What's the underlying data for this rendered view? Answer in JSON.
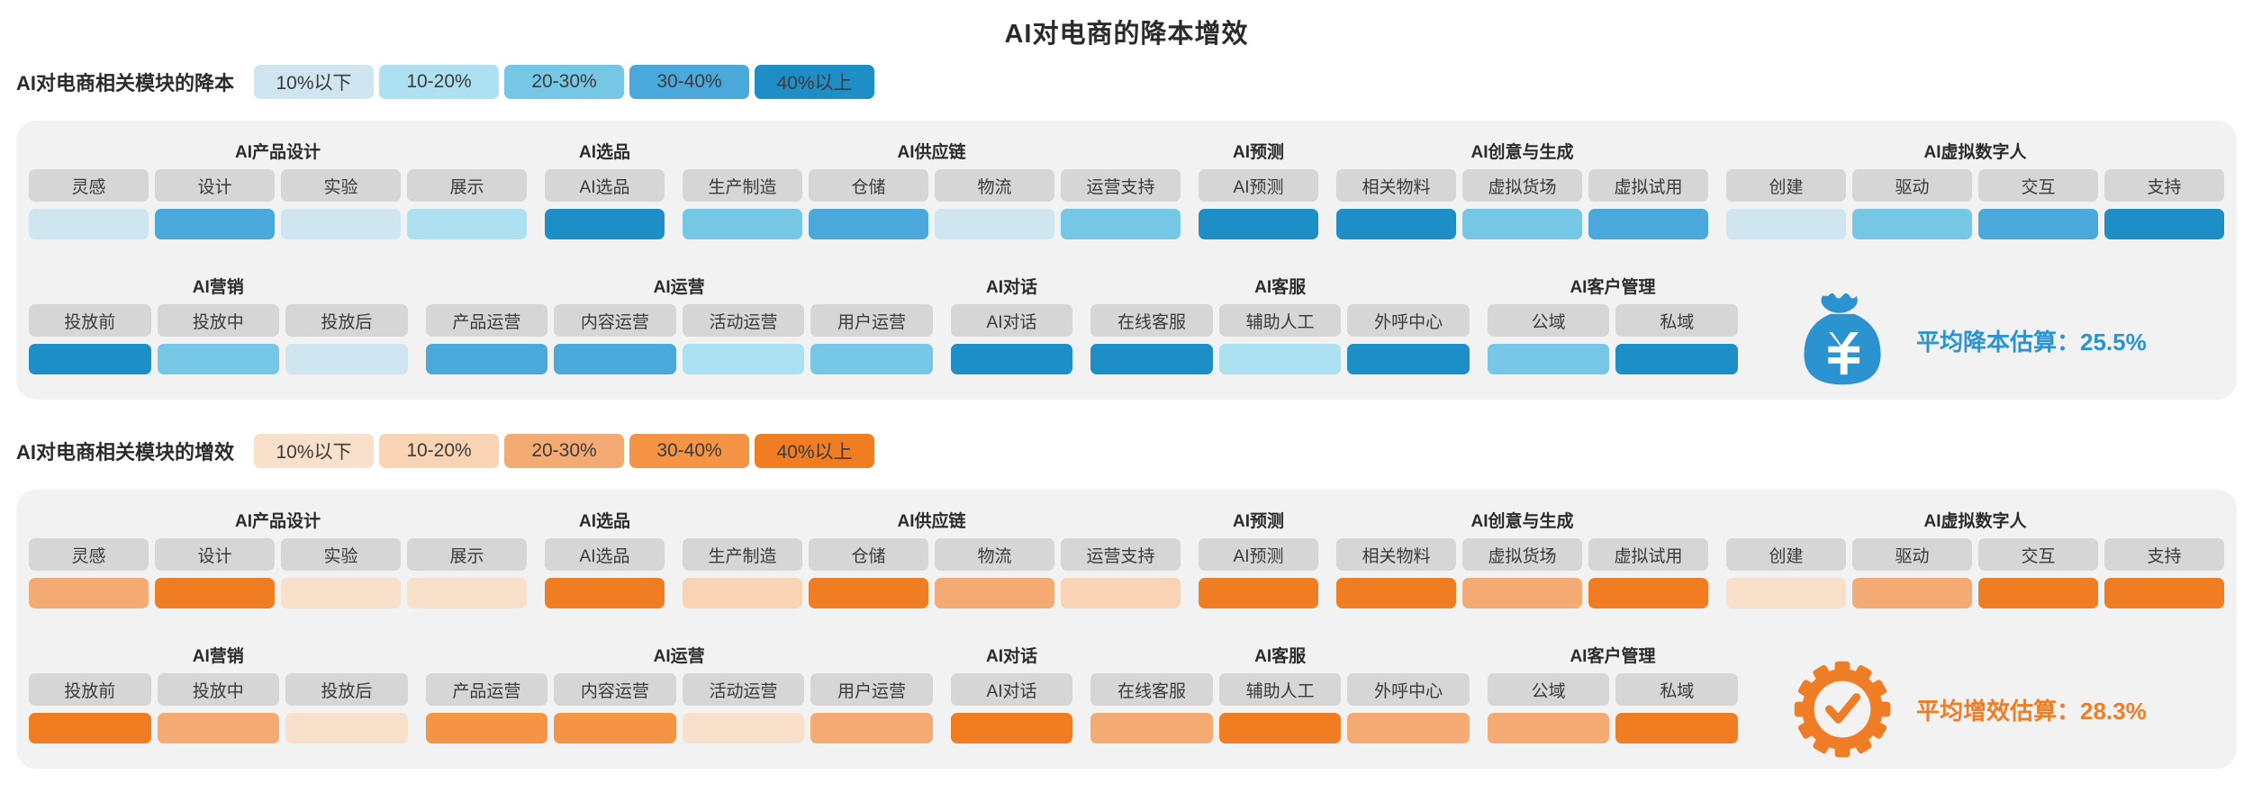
{
  "title": "AI对电商的降本增效",
  "sections": [
    {
      "key": "cost",
      "legend_label": "AI对电商相关模块的降本",
      "legend": [
        "10%以下",
        "10-20%",
        "20-30%",
        "30-40%",
        "40%以上"
      ],
      "palette": [
        "#cfe6f0",
        "#ade0f0",
        "#76c6e6",
        "#4ba8da",
        "#1e8ec6"
      ],
      "summary_label": "平均降本估算：25.5%",
      "summary_value": "25.5%",
      "summary_color": "#2b93cf",
      "icon": "money-bag-icon",
      "rows": [
        {
          "groups": [
            {
              "title": "AI产品设计",
              "items": [
                {
                  "name": "灵感",
                  "level": 1
                },
                {
                  "name": "设计",
                  "level": 4
                },
                {
                  "name": "实验",
                  "level": 1
                },
                {
                  "name": "展示",
                  "level": 2
                }
              ]
            },
            {
              "title": "AI选品",
              "items": [
                {
                  "name": "AI选品",
                  "level": 5
                }
              ]
            },
            {
              "title": "AI供应链",
              "items": [
                {
                  "name": "生产制造",
                  "level": 3
                },
                {
                  "name": "仓储",
                  "level": 4
                },
                {
                  "name": "物流",
                  "level": 1
                },
                {
                  "name": "运营支持",
                  "level": 3
                }
              ]
            },
            {
              "title": "AI预测",
              "items": [
                {
                  "name": "AI预测",
                  "level": 5
                }
              ]
            },
            {
              "title": "AI创意与生成",
              "items": [
                {
                  "name": "相关物料",
                  "level": 5
                },
                {
                  "name": "虚拟货场",
                  "level": 3
                },
                {
                  "name": "虚拟试用",
                  "level": 4
                }
              ]
            },
            {
              "title": "AI虚拟数字人",
              "items": [
                {
                  "name": "创建",
                  "level": 1
                },
                {
                  "name": "驱动",
                  "level": 3
                },
                {
                  "name": "交互",
                  "level": 4
                },
                {
                  "name": "支持",
                  "level": 5
                }
              ]
            }
          ]
        },
        {
          "groups": [
            {
              "title": "AI营销",
              "items": [
                {
                  "name": "投放前",
                  "level": 5
                },
                {
                  "name": "投放中",
                  "level": 3
                },
                {
                  "name": "投放后",
                  "level": 1
                }
              ]
            },
            {
              "title": "AI运营",
              "items": [
                {
                  "name": "产品运营",
                  "level": 4
                },
                {
                  "name": "内容运营",
                  "level": 4
                },
                {
                  "name": "活动运营",
                  "level": 2
                },
                {
                  "name": "用户运营",
                  "level": 3
                }
              ]
            },
            {
              "title": "AI对话",
              "items": [
                {
                  "name": "AI对话",
                  "level": 5
                }
              ]
            },
            {
              "title": "AI客服",
              "items": [
                {
                  "name": "在线客服",
                  "level": 5
                },
                {
                  "name": "辅助人工",
                  "level": 2
                },
                {
                  "name": "外呼中心",
                  "level": 5
                }
              ]
            },
            {
              "title": "AI客户管理",
              "items": [
                {
                  "name": "公域",
                  "level": 3
                },
                {
                  "name": "私域",
                  "level": 5
                }
              ]
            }
          ]
        }
      ]
    },
    {
      "key": "gain",
      "legend_label": "AI对电商相关模块的增效",
      "legend": [
        "10%以下",
        "10-20%",
        "20-30%",
        "30-40%",
        "40%以上"
      ],
      "palette": [
        "#f8e0cb",
        "#f8d3b4",
        "#f4ab73",
        "#f59445",
        "#f07d22"
      ],
      "summary_label": "平均增效估算：28.3%",
      "summary_value": "28.3%",
      "summary_color": "#ee7d26",
      "icon": "gear-check-icon",
      "rows": [
        {
          "groups": [
            {
              "title": "AI产品设计",
              "items": [
                {
                  "name": "灵感",
                  "level": 3
                },
                {
                  "name": "设计",
                  "level": 5
                },
                {
                  "name": "实验",
                  "level": 1
                },
                {
                  "name": "展示",
                  "level": 1
                }
              ]
            },
            {
              "title": "AI选品",
              "items": [
                {
                  "name": "AI选品",
                  "level": 5
                }
              ]
            },
            {
              "title": "AI供应链",
              "items": [
                {
                  "name": "生产制造",
                  "level": 2
                },
                {
                  "name": "仓储",
                  "level": 5
                },
                {
                  "name": "物流",
                  "level": 3
                },
                {
                  "name": "运营支持",
                  "level": 2
                }
              ]
            },
            {
              "title": "AI预测",
              "items": [
                {
                  "name": "AI预测",
                  "level": 5
                }
              ]
            },
            {
              "title": "AI创意与生成",
              "items": [
                {
                  "name": "相关物料",
                  "level": 5
                },
                {
                  "name": "虚拟货场",
                  "level": 3
                },
                {
                  "name": "虚拟试用",
                  "level": 5
                }
              ]
            },
            {
              "title": "AI虚拟数字人",
              "items": [
                {
                  "name": "创建",
                  "level": 1
                },
                {
                  "name": "驱动",
                  "level": 3
                },
                {
                  "name": "交互",
                  "level": 5
                },
                {
                  "name": "支持",
                  "level": 5
                }
              ]
            }
          ]
        },
        {
          "groups": [
            {
              "title": "AI营销",
              "items": [
                {
                  "name": "投放前",
                  "level": 5
                },
                {
                  "name": "投放中",
                  "level": 3
                },
                {
                  "name": "投放后",
                  "level": 1
                }
              ]
            },
            {
              "title": "AI运营",
              "items": [
                {
                  "name": "产品运营",
                  "level": 4
                },
                {
                  "name": "内容运营",
                  "level": 4
                },
                {
                  "name": "活动运营",
                  "level": 1
                },
                {
                  "name": "用户运营",
                  "level": 3
                }
              ]
            },
            {
              "title": "AI对话",
              "items": [
                {
                  "name": "AI对话",
                  "level": 5
                }
              ]
            },
            {
              "title": "AI客服",
              "items": [
                {
                  "name": "在线客服",
                  "level": 3
                },
                {
                  "name": "辅助人工",
                  "level": 5
                },
                {
                  "name": "外呼中心",
                  "level": 3
                }
              ]
            },
            {
              "title": "AI客户管理",
              "items": [
                {
                  "name": "公域",
                  "level": 3
                },
                {
                  "name": "私域",
                  "level": 5
                }
              ]
            }
          ]
        }
      ]
    }
  ]
}
